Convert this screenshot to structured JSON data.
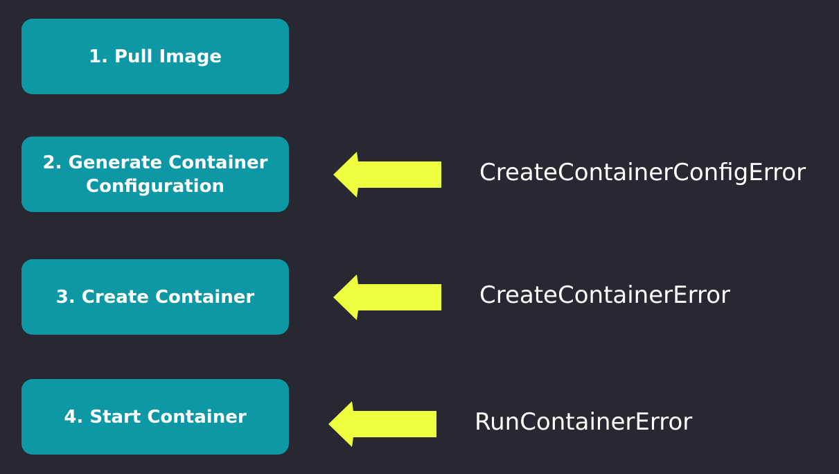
{
  "colors": {
    "background": "#282833",
    "step_box": "#0e98a6",
    "arrow": "#eeff3f",
    "text": "#ffffff"
  },
  "steps": [
    {
      "label": "1. Pull Image"
    },
    {
      "label": "2. Generate Container\nConfiguration"
    },
    {
      "label": "3. Create Container"
    },
    {
      "label": "4. Start Container"
    }
  ],
  "errors": [
    {
      "step": 2,
      "label": "CreateContainerConfigError",
      "icon": "arrow-left-icon"
    },
    {
      "step": 3,
      "label": "CreateContainerError",
      "icon": "arrow-left-icon"
    },
    {
      "step": 4,
      "label": "RunContainerError",
      "icon": "arrow-left-icon"
    }
  ]
}
